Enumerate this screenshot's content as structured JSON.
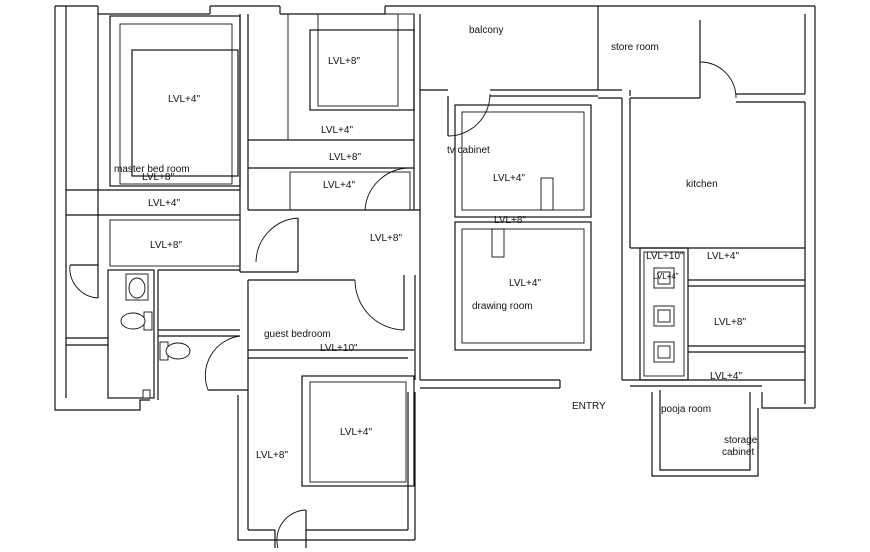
{
  "plan": {
    "rooms": {
      "balcony": "balcony",
      "store_room": "store room",
      "kitchen": "kitchen",
      "master_bed_room": "master bed room",
      "tv_cabinet": "tv cabinet",
      "drawing_room": "drawing room",
      "guest_bedroom": "guest bedroom",
      "entry": "ENTRY",
      "pooja_room": "pooja room",
      "storage_cabinet_l1": "storage",
      "storage_cabinet_l2": "cabinet"
    },
    "levels": {
      "mb_top": "LVL+4\"",
      "mb_a": "LVL+8\"",
      "mb_b": "LVL+4\"",
      "mb_c": "LVL+8\"",
      "mid_top": "LVL+8\"",
      "mid_a": "LVL+4\"",
      "mid_b": "LVL+8\"",
      "mid_c": "LVL+4\"",
      "hall": "LVL+8\"",
      "tv_box": "LVL+4\"",
      "tv_bottom": "LVL+8\"",
      "drawing_box": "LVL+4\"",
      "guest_top": "LVL+10\"",
      "guest_box": "LVL+4\"",
      "guest_left": "LVL+8\"",
      "k_a": "LVL+10\"",
      "k_a_small": "LVL+4\"",
      "k_b": "LVL+4\"",
      "k_c": "LVL+8\"",
      "k_d": "LVL+4\""
    }
  }
}
